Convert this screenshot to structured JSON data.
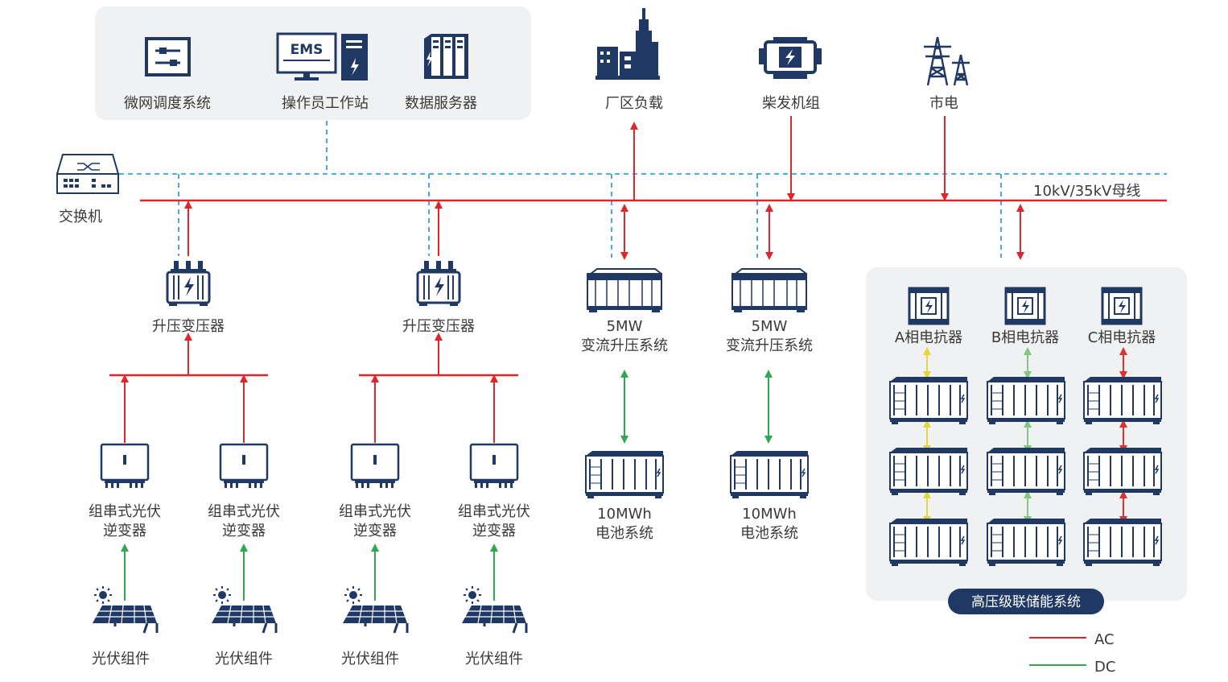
{
  "colors": {
    "ac": "#e0262b",
    "dc": "#2fa84f",
    "comm": "#3aa0d8",
    "phase_a": "#e6d53a",
    "phase_b": "#7ec97a",
    "phase_c": "#d9342f",
    "icon": "#1f3864",
    "panel": "#f0f1f2"
  },
  "control": {
    "dispatch": "微网调度系统",
    "ems_text": "EMS",
    "operator": "操作员工作站",
    "server": "数据服务器"
  },
  "top_nodes": {
    "factory_load": "厂区负载",
    "diesel": "柴发机组",
    "grid": "市电"
  },
  "switch_label": "交换机",
  "bus_label": "10kV/35kV母线",
  "transformer_label": "升压变压器",
  "inverter_label": [
    "组串式光伏",
    "逆变器"
  ],
  "pv_label": "光伏组件",
  "pcs": {
    "line1": "5MW",
    "line2": "变流升压系统"
  },
  "battery": {
    "line1": "10MWh",
    "line2": "电池系统"
  },
  "hv_storage": {
    "reactors": [
      "A相电抗器",
      "B相电抗器",
      "C相电抗器"
    ],
    "title": "高压级联储能系统"
  },
  "legend": {
    "ac": "AC",
    "dc": "DC"
  }
}
